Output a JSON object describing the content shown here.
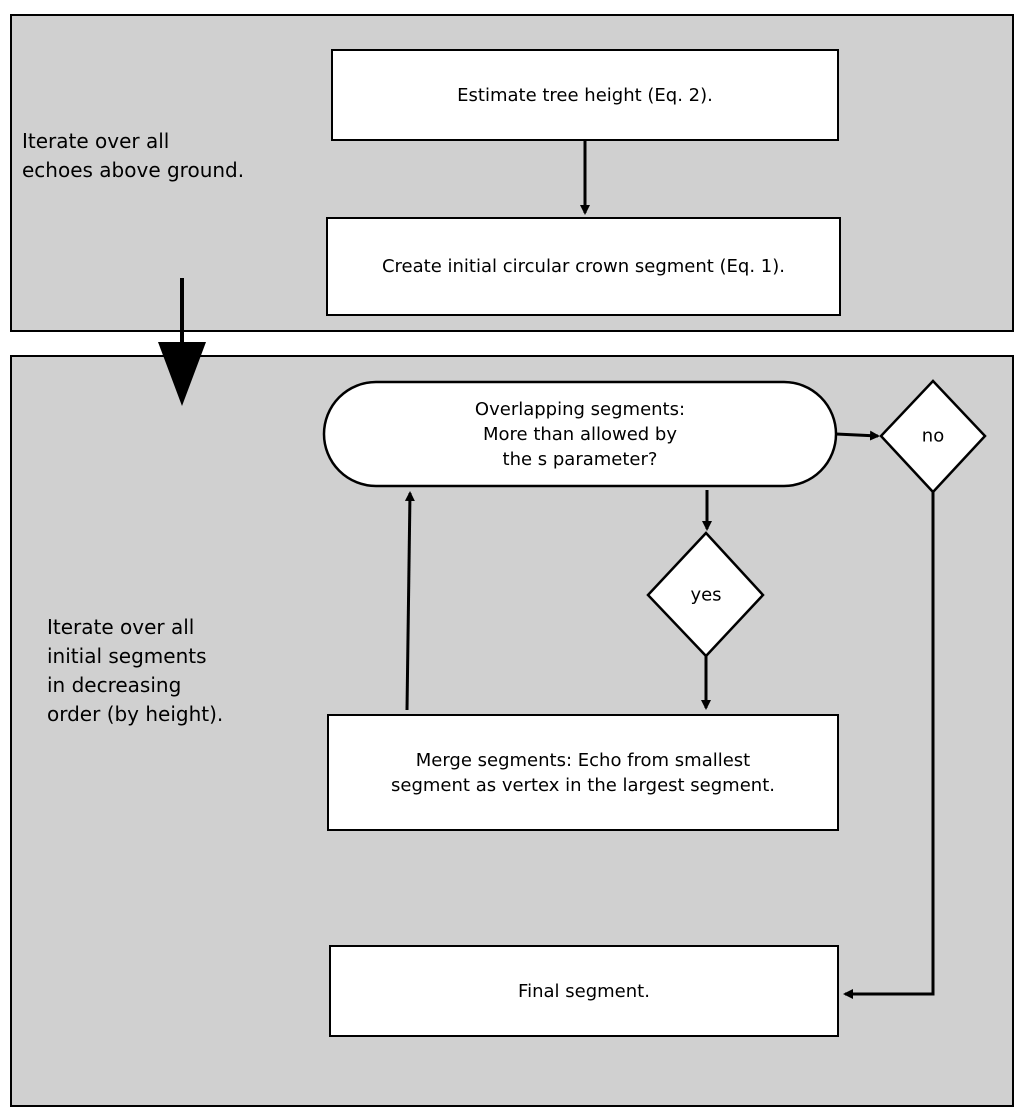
{
  "top_panel": {
    "label": "Iterate over all\nechoes above ground.",
    "estimate_box": "Estimate tree height (Eq. 2).",
    "initial_box": "Create initial circular crown segment (Eq. 1)."
  },
  "bottom_panel": {
    "label": "Iterate over all\ninitial segments\nin decreasing\norder (by height).",
    "overlap_decision": "Overlapping segments:\nMore than allowed by\nthe s parameter?",
    "yes_label": "yes",
    "no_label": "no",
    "merge_box": "Merge segments: Echo from smallest\nsegment as vertex in the largest segment.",
    "final_box": "Final segment."
  }
}
